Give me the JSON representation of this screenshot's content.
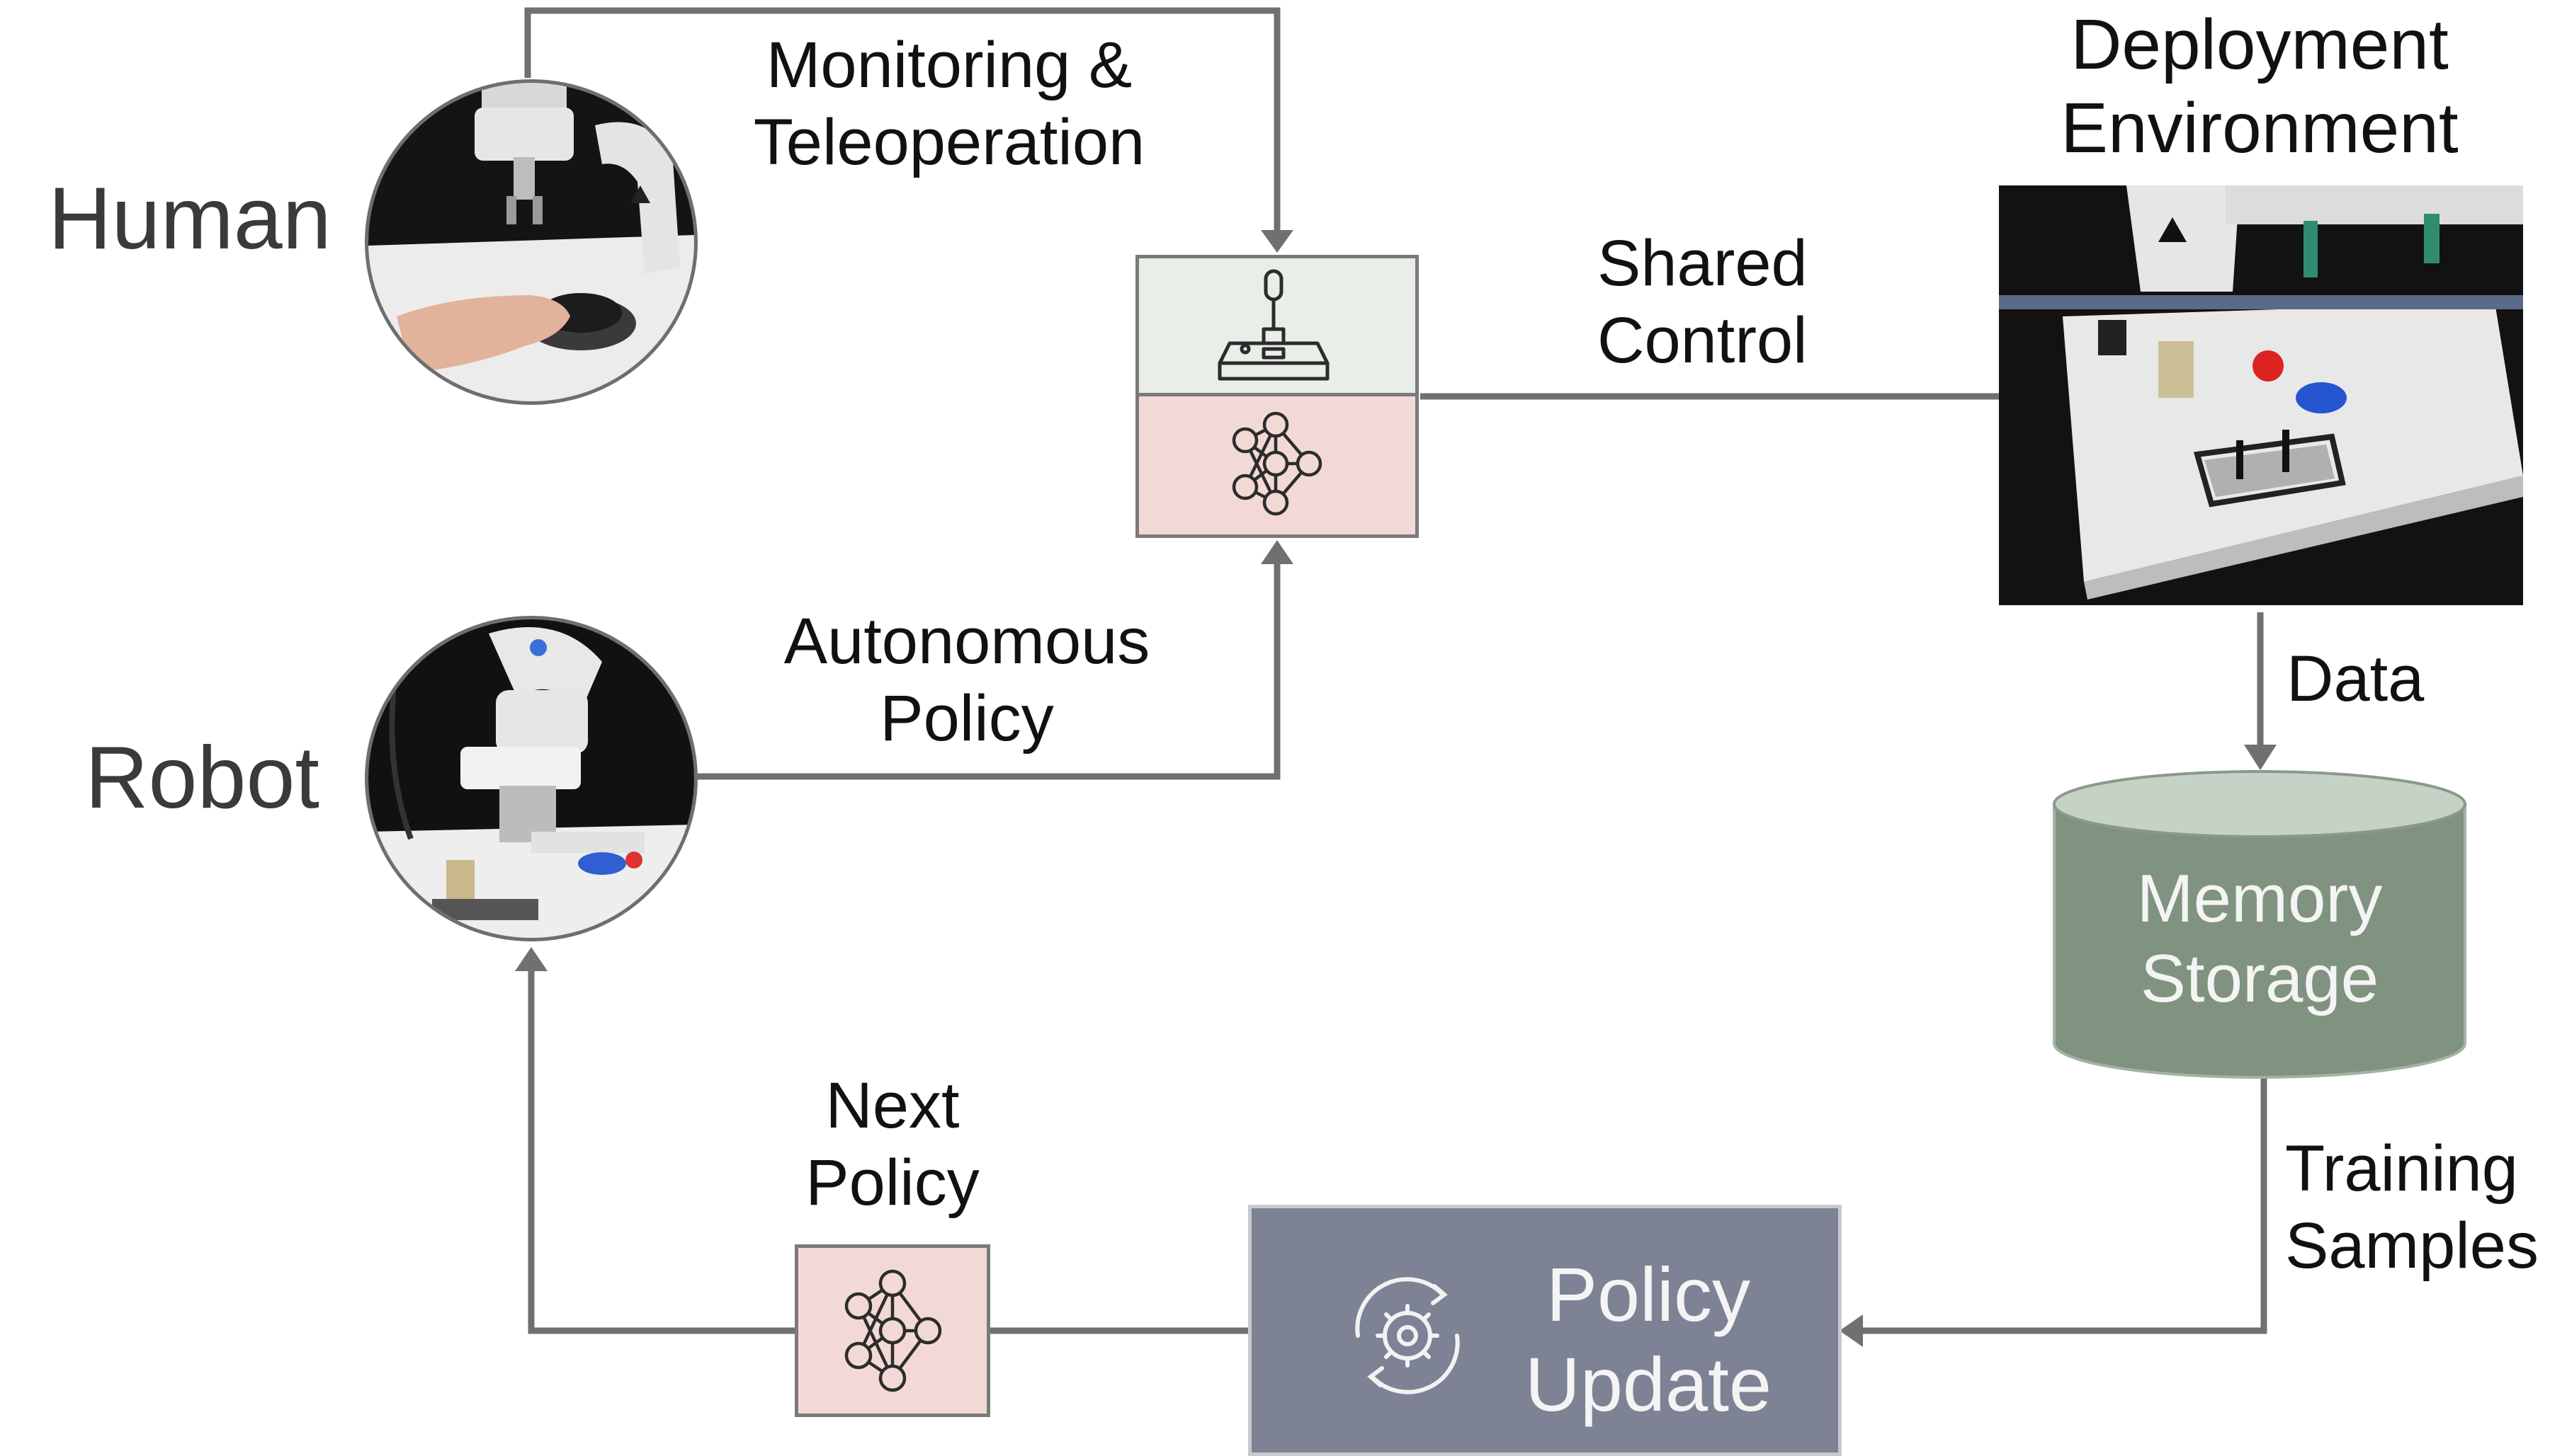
{
  "side_labels": {
    "human": "Human",
    "robot": "Robot"
  },
  "edge_labels": {
    "monitoring_line1": "Monitoring &",
    "monitoring_line2": "Teleoperation",
    "autonomous_line1": "Autonomous",
    "autonomous_line2": "Policy",
    "shared_line1": "Shared",
    "shared_line2": "Control",
    "data": "Data",
    "training_line1": "Training",
    "training_line2": "Samples",
    "next_line1": "Next",
    "next_line2": "Policy"
  },
  "nodes": {
    "deployment_line1": "Deployment",
    "deployment_line2": "Environment",
    "memory_line1": "Memory",
    "memory_line2": "Storage",
    "policy_update_line1": "Policy",
    "policy_update_line2": "Update"
  },
  "icons": {
    "joystick": "joystick-icon",
    "neural_network": "neural-network-icon",
    "gear_cycle": "gear-cycle-icon"
  },
  "colors": {
    "arrow": "#707070",
    "teleop_box": "#e9efe8",
    "policy_box": "#f3d9d5",
    "memory_cylinder": "#7f9380",
    "policy_update_box": "#7d8395"
  }
}
